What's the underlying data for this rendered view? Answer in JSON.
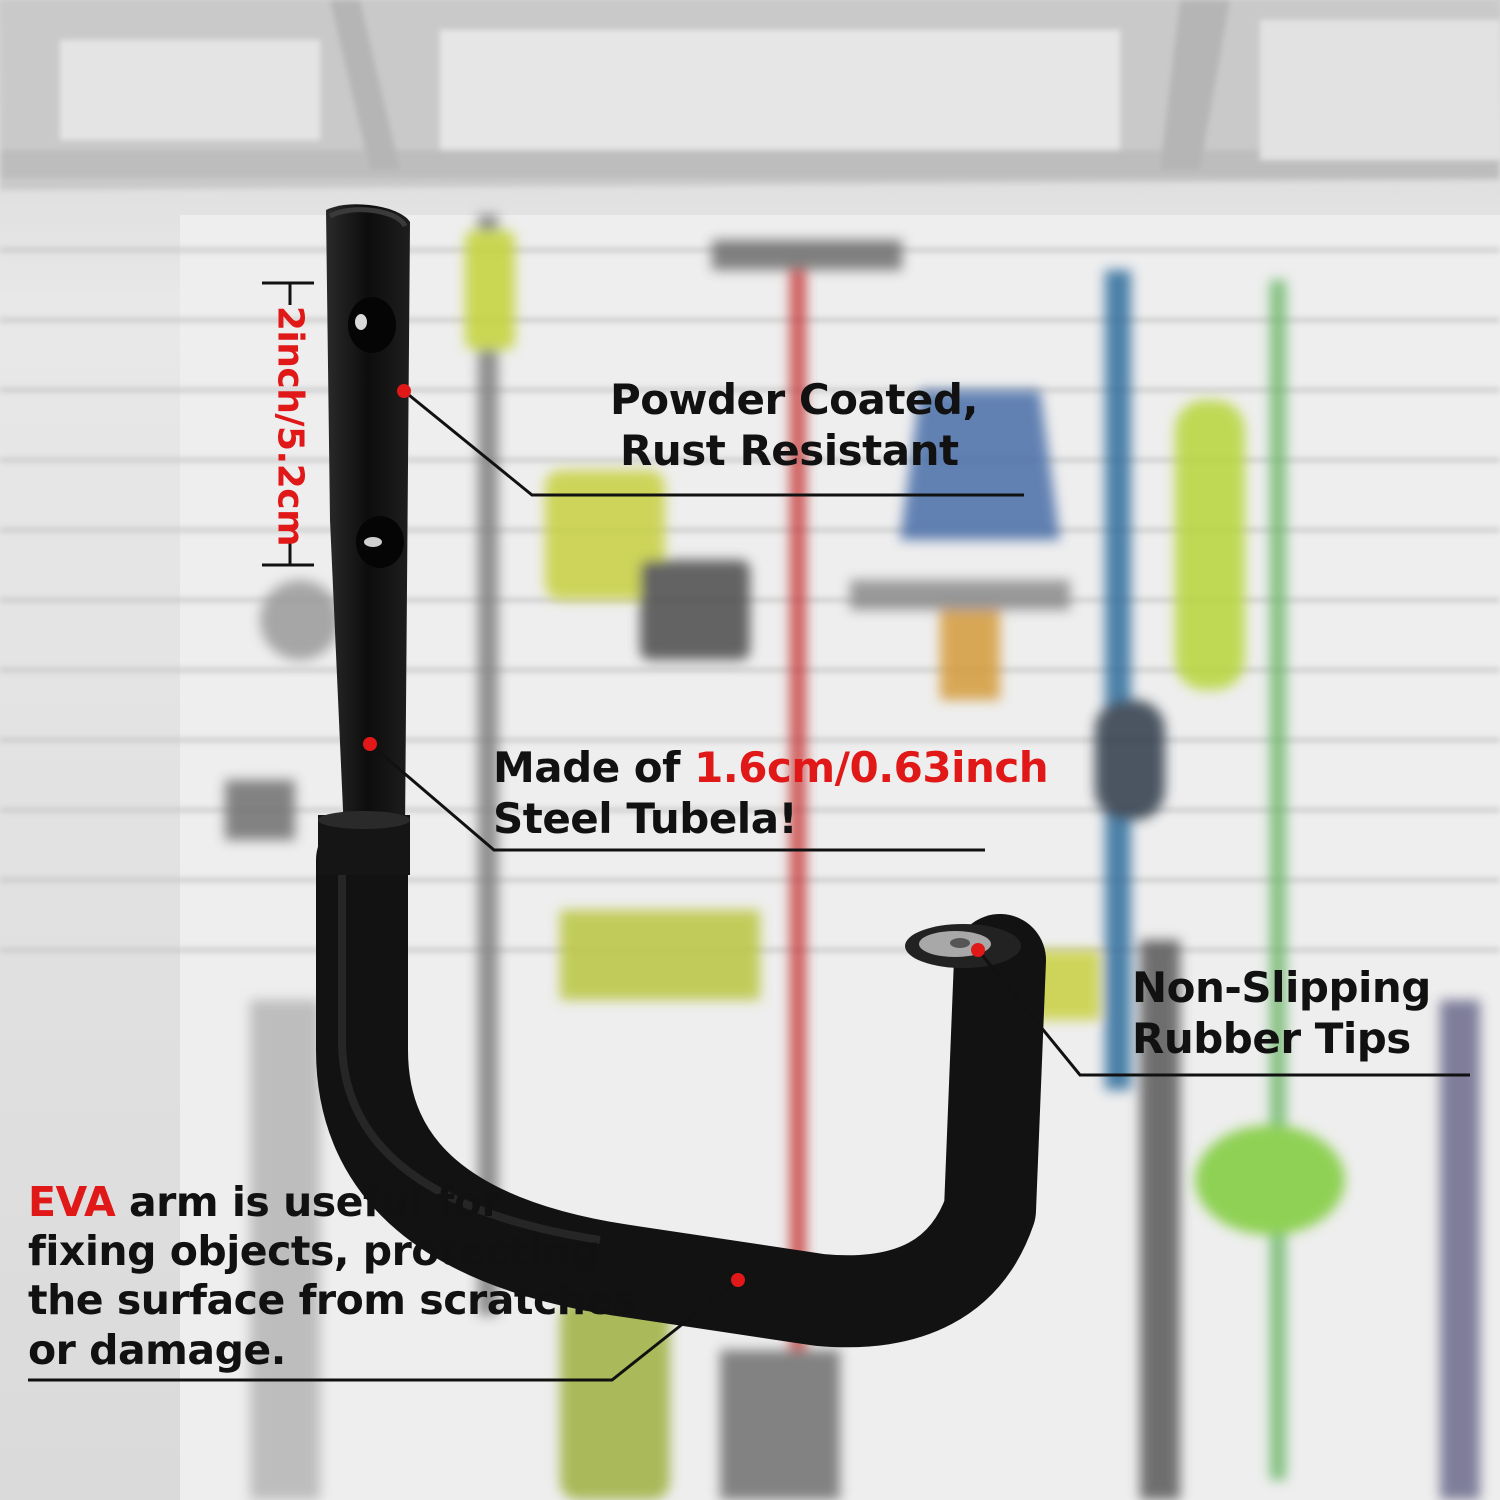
{
  "scene": {
    "subject": "black-wall-hook",
    "setting": "garage-wall-with-tools",
    "colors": {
      "background": "#dcdcdc",
      "slatwall": "#eeeeee",
      "hook": "#111111",
      "accent_red": "#e01818",
      "callout_line": "#111111",
      "text": "#111111"
    }
  },
  "dimension": {
    "text": "2inch/5.2cm"
  },
  "callouts": {
    "powder": {
      "line1": "Powder Coated,",
      "line2": "Rust Resistant"
    },
    "steel": {
      "line1_prefix": "Made of ",
      "line1_highlight": "1.6cm/0.63inch",
      "line2": "Steel Tubela!"
    },
    "tips": {
      "line1": "Non-Slipping",
      "line2": "Rubber Tips"
    },
    "eva": {
      "highlight": "EVA",
      "line1_rest": " arm is useful for",
      "line2": "fixing objects, protecting",
      "line3": "the surface from scratches",
      "line4": "or damage."
    }
  }
}
